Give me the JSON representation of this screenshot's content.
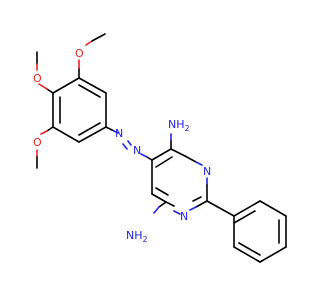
{
  "structure": {
    "atoms": {
      "nh2_top": "NH",
      "nh2_top_sub": "2",
      "nh2_bottom": "NH",
      "nh2_bottom_sub": "2",
      "n_ring_upper": "N",
      "n_ring_lower": "N",
      "n_azo_1": "N",
      "n_azo_2": "N",
      "o_top": "O",
      "o_middle": "O",
      "o_bottom": "O"
    },
    "colors": {
      "carbon": "#000000",
      "nitrogen": "#2323e6",
      "oxygen": "#e62323",
      "background": "#ffffff"
    }
  }
}
